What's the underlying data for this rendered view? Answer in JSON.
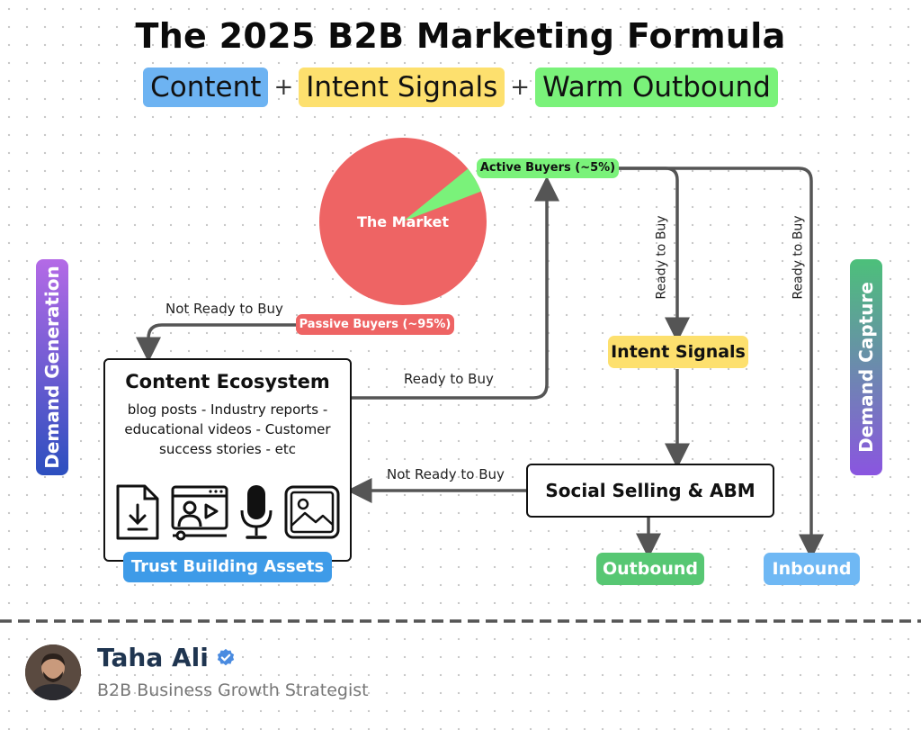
{
  "title": "The 2025 B2B Marketing Formula",
  "formula": {
    "content": "Content",
    "plus1": "+",
    "intent": "Intent Signals",
    "plus2": "+",
    "outbound": "Warm Outbound"
  },
  "market": {
    "label": "The Market",
    "active_share": 5,
    "passive_share": 95
  },
  "active_buyers": "Active Buyers (~5%)",
  "passive_buyers": "Passive Buyers (~95%)",
  "edges": {
    "not_ready_top": "Not Ready to Buy",
    "ready_content": "Ready to Buy",
    "ready_intent": "Ready to Buy",
    "ready_inbound": "Ready to Buy",
    "not_ready_social": "Not Ready to Buy"
  },
  "content_ecosystem": {
    "title": "Content Ecosystem",
    "desc_line1": "blog posts - Industry reports -",
    "desc_line2": "educational videos - Customer",
    "desc_line3": "success stories - etc",
    "icons": [
      "download-doc-icon",
      "video-presenter-icon",
      "microphone-icon",
      "image-icon"
    ]
  },
  "trust_assets": "Trust Building Assets",
  "intent_signals": "Intent Signals",
  "social_selling": "Social Selling & ABM",
  "outbound": "Outbound",
  "inbound": "Inbound",
  "side_left": "Demand Generation",
  "side_right": "Demand Capture",
  "profile": {
    "name": "Taha Ali",
    "role": "B2B Business Growth Strategist"
  },
  "colors": {
    "blue": "#6db3f2",
    "yellow": "#fde06e",
    "green": "#7af27a",
    "red": "#ee6464",
    "outbound_green": "#57c773",
    "inbound_blue": "#6fb8f4",
    "trust_blue": "#3e9be8",
    "arrow": "#555555"
  }
}
